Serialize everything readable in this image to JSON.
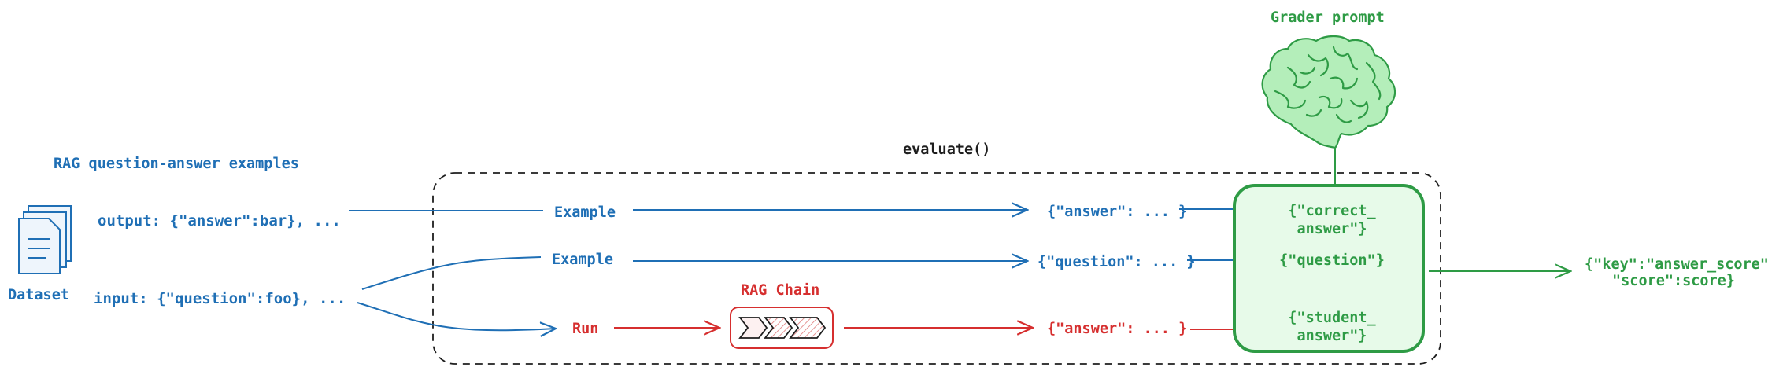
{
  "colors": {
    "blue": "#1f6fb5",
    "red": "#d62f2f",
    "green": "#2e9b45",
    "green_fill": "#bdf0c4",
    "black": "#1e1e1e"
  },
  "left": {
    "title": "RAG question-answer examples",
    "dataset_label": "Dataset",
    "output_text": "output: {\"answer\":bar}, ...",
    "input_text": "input: {\"question\":foo}, ..."
  },
  "evaluate": {
    "title": "evaluate()",
    "example_top": "Example",
    "example_middle": "Example",
    "run": "Run",
    "rag_chain": "RAG Chain",
    "answer_ref": "{\"answer\": ... }",
    "question_ref": "{\"question\": ... }",
    "answer_run": "{\"answer\": ... }"
  },
  "grader": {
    "prompt_label": "Grader prompt",
    "correct_answer_line1": "{\"correct_",
    "correct_answer_line2": "answer\"}",
    "question": "{\"question\"}",
    "student_answer_line1": "{\"student_",
    "student_answer_line2": "answer\"}"
  },
  "output": {
    "line1": "{\"key\":\"answer_score\"",
    "line2": "\"score\":score}"
  }
}
